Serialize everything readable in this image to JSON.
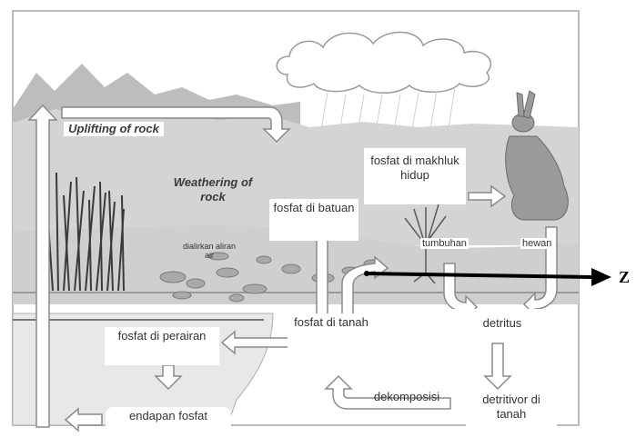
{
  "labels": {
    "uplifting": "Uplifting of rock",
    "weathering": "Weathering of rock",
    "fosfat_batuan": "fosfat di batuan",
    "fosfat_makhluk": "fosfat di makhluk hidup",
    "dialirkan": "dialirkan aliran air",
    "tumbuhan": "tumbuhan",
    "hewan": "hewan",
    "detritus": "detritus",
    "fosfat_perairan": "fosfat di perairan",
    "fosfat_tanah": "fosfat di tanah",
    "endapan": "endapan fosfat",
    "dekomposisi": "dekomposisi",
    "detritivor": "detritivor di tanah",
    "pointer": "Z"
  },
  "colors": {
    "arrow_fill": "#ffffff",
    "arrow_stroke": "#8a8a8a",
    "pointer": "#000000",
    "sky": "#ffffff",
    "ground": "#cfcfcf"
  }
}
